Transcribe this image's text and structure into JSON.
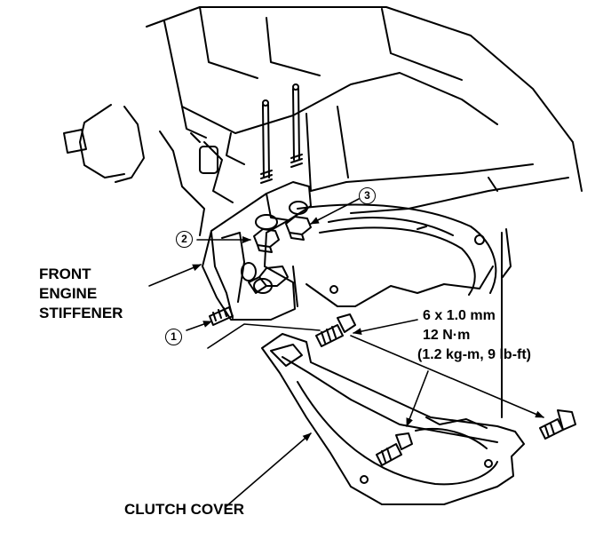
{
  "labels": {
    "front_engine_stiffener": [
      "FRONT",
      "ENGINE",
      "STIFFENER"
    ],
    "clutch_cover": "CLUTCH COVER",
    "torque_spec": [
      "6 x 1.0 mm",
      "12 N·m",
      "(1.2 kg-m, 9 lb-ft)"
    ]
  },
  "callouts": [
    "1",
    "2",
    "3"
  ]
}
